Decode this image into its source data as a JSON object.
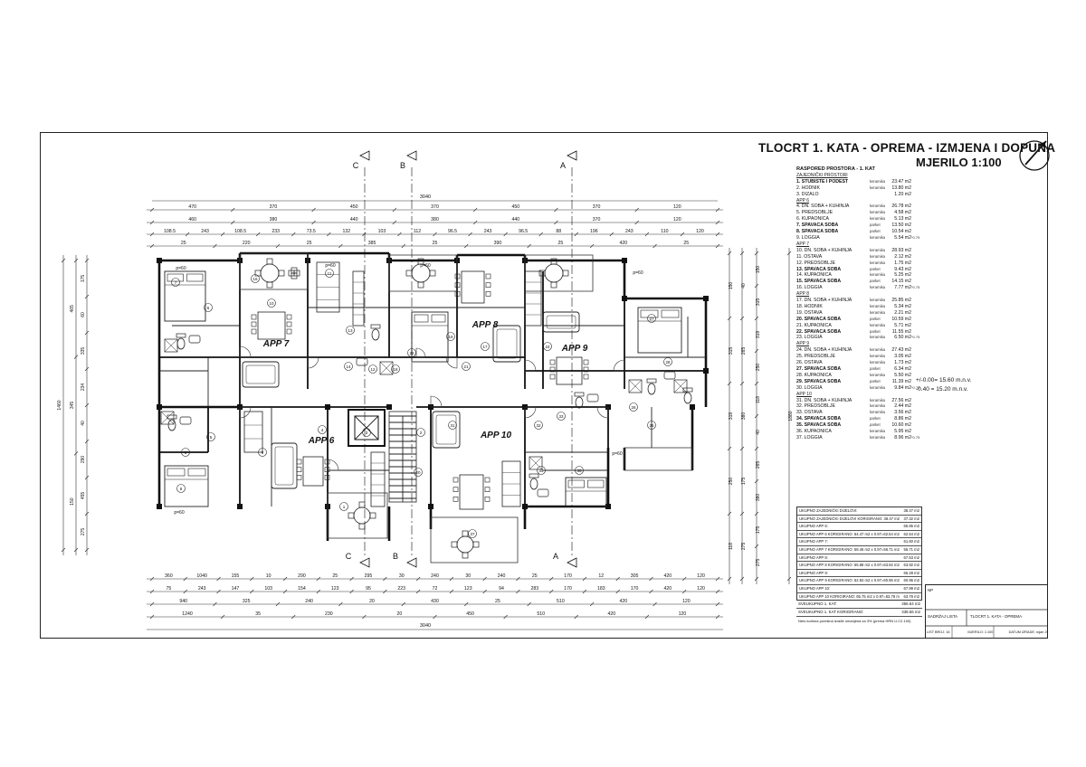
{
  "sheet": {
    "title": "TLOCRT 1. KATA - OPREMA - IZMJENA I DOPUNA",
    "scale": "MJERILO 1:100"
  },
  "section_markers": [
    "C",
    "B",
    "A"
  ],
  "apartment_labels": [
    "APP 7",
    "APP 8",
    "APP 9",
    "APP 6",
    "APP 10"
  ],
  "dimensions": {
    "overall": "3040",
    "top_row1": [
      "470",
      "370",
      "450",
      "370",
      "450",
      "370",
      "120"
    ],
    "top_row2": [
      "460",
      "380",
      "440",
      "380",
      "440",
      "370",
      "120"
    ],
    "top_row3": [
      "108.5",
      "243",
      "108.5",
      "233",
      "73.5",
      "132",
      "103",
      "112",
      "96.5",
      "243",
      "96.5",
      "88",
      "196",
      "243",
      "110",
      "120"
    ],
    "top_row4": [
      "25",
      "220",
      "25",
      "385",
      "25",
      "390",
      "25",
      "420",
      "25"
    ],
    "bottom_row1": [
      "360",
      "1040",
      "155",
      "10",
      "290",
      "25",
      "295",
      "30",
      "240",
      "30",
      "240",
      "25",
      "170",
      "12",
      "305",
      "420",
      "120"
    ],
    "bottom_row2": [
      "75",
      "243",
      "147",
      "103",
      "154",
      "123",
      "95",
      "223",
      "72",
      "123",
      "94",
      "283",
      "170",
      "183",
      "170",
      "420",
      "120"
    ],
    "bottom_row3": [
      "940",
      "325",
      "240",
      "20",
      "430",
      "25",
      "510",
      "420",
      "120"
    ],
    "bottom_row4": [
      "1240",
      "35",
      "230",
      "20",
      "450",
      "510",
      "420",
      "120"
    ],
    "left_overall": "1460",
    "left_parts": [
      "465",
      "345",
      "150",
      "175",
      "60",
      "335",
      "234",
      "40",
      "290",
      "455",
      "275"
    ],
    "right_overall": "1880",
    "right_parts": [
      "150",
      "315",
      "319",
      "250",
      "118",
      "40",
      "265",
      "380",
      "175",
      "275"
    ]
  },
  "rooms_list": {
    "header": "RASPORED PROSTORA - 1. KAT",
    "groups": [
      {
        "name": "ZAJEDNIČKI PROSTORI",
        "rooms": [
          {
            "n": "1. STUBIŠTE I PODEST",
            "f": "keramika",
            "a": "23.47 m2",
            "b": true
          },
          {
            "n": "2. HODNIK",
            "f": "keramika",
            "a": "13.80 m2"
          },
          {
            "n": "3. DIZALO",
            "f": "",
            "a": "1.20 m2"
          }
        ]
      },
      {
        "name": "APP 6",
        "rooms": [
          {
            "n": "4. DN. SOBA + KUHINJA",
            "f": "keramika",
            "a": "26.78 m2"
          },
          {
            "n": "5. PREDSOBLJE",
            "f": "keramika",
            "a": "4.58 m2"
          },
          {
            "n": "6. KUPAONICA",
            "f": "keramika",
            "a": "5.13 m2"
          },
          {
            "n": "7. SPAVAĆA SOBA",
            "f": "parket",
            "a": "13.50 m2",
            "b": true
          },
          {
            "n": "8. SPAVAĆA SOBA",
            "f": "parket",
            "a": "10.54 m2",
            "b": true
          },
          {
            "n": "9. LOGGIA",
            "f": "keramika",
            "a": "5.54 m2",
            "k": "*0.75"
          }
        ]
      },
      {
        "name": "APP 7",
        "rooms": [
          {
            "n": "10. DN. SOBA + KUHINJA",
            "f": "keramika",
            "a": "28.93 m2"
          },
          {
            "n": "11. OSTAVA",
            "f": "keramika",
            "a": "2.12 m2"
          },
          {
            "n": "12. PREDSOBLJE",
            "f": "keramika",
            "a": "1.75 m2"
          },
          {
            "n": "13. SPAVAĆA SOBA",
            "f": "parket",
            "a": "9.43 m2",
            "b": true
          },
          {
            "n": "14. KUPAONICA",
            "f": "keramika",
            "a": "5.25 m2"
          },
          {
            "n": "15. SPAVAĆA SOBA",
            "f": "parket",
            "a": "14.15 m2",
            "b": true
          },
          {
            "n": "16. LOGGIA",
            "f": "keramika",
            "a": "7.77 m2",
            "k": "*0.75"
          }
        ]
      },
      {
        "name": "APP 8",
        "rooms": [
          {
            "n": "17. DN. SOBA + KUHINJA",
            "f": "keramika",
            "a": "25.85 m2"
          },
          {
            "n": "18. HODNIK",
            "f": "keramika",
            "a": "5.34 m2"
          },
          {
            "n": "19. OSTAVA",
            "f": "keramika",
            "a": "2.21 m2"
          },
          {
            "n": "20. SPAVAĆA SOBA",
            "f": "parket",
            "a": "10.59 m2",
            "b": true
          },
          {
            "n": "21. KUPAONICA",
            "f": "keramika",
            "a": "5.71 m2"
          },
          {
            "n": "22. SPAVAĆA SOBA",
            "f": "parket",
            "a": "11.55 m2",
            "b": true
          },
          {
            "n": "23. LOGGIA",
            "f": "keramika",
            "a": "6.50 m2",
            "k": "*0.75"
          }
        ]
      },
      {
        "name": "APP 9",
        "rooms": [
          {
            "n": "24. DN. SOBA + KUHINJA",
            "f": "keramika",
            "a": "27.43 m2"
          },
          {
            "n": "25. PREDSOBLJE",
            "f": "keramika",
            "a": "3.05 m2"
          },
          {
            "n": "26. OSTAVA",
            "f": "keramika",
            "a": "1.73 m2"
          },
          {
            "n": "27. SPAVAĆA SOBA",
            "f": "parket",
            "a": "6.34 m2",
            "b": true
          },
          {
            "n": "28. KUPAONICA",
            "f": "keramika",
            "a": "5.50 m2"
          },
          {
            "n": "29. SPAVAĆA SOBA",
            "f": "parket",
            "a": "11.39 m2",
            "b": true
          },
          {
            "n": "30. LOGGIA",
            "f": "keramika",
            "a": "9.84 m2",
            "k": "*0.75"
          }
        ]
      },
      {
        "name": "APP 10",
        "rooms": [
          {
            "n": "31. DN. SOBA + KUHINJA",
            "f": "keramika",
            "a": "27.56 m2"
          },
          {
            "n": "32. PREDSOBLJE",
            "f": "keramika",
            "a": "2.44 m2"
          },
          {
            "n": "33. OSTAVA",
            "f": "keramika",
            "a": "3.56 m2"
          },
          {
            "n": "34. SPAVAĆA SOBA",
            "f": "parket",
            "a": "8.86 m2",
            "b": true
          },
          {
            "n": "35. SPAVAĆA SOBA",
            "f": "parket",
            "a": "10.60 m2",
            "b": true
          },
          {
            "n": "36. KUPAONICA",
            "f": "keramika",
            "a": "5.95 m2"
          },
          {
            "n": "37. LOGGIA",
            "f": "keramika",
            "a": "8.96 m2",
            "k": "*0.75"
          }
        ]
      }
    ]
  },
  "levels": [
    "+/-0.00= 15.60 m.n.v.",
    "-0.40 = 15.20 m.n.v."
  ],
  "totals": [
    {
      "l": "UKUPNO ZAJEDNIČKI DIJELOVI:",
      "v": "38.47 m2"
    },
    {
      "l": "UKUPNO ZAJEDNIČKI DIJELOVI KORIGIRANO: 38.47 m2 x 0.97=37.32 m2",
      "v": "37.32 m2"
    },
    {
      "l": "UKUPNO APP 6:",
      "v": "65.85 m2"
    },
    {
      "l": "UKUPNO APP 6 KORIGIRANO: 64.47 m2 x 0.97=62.54 m2",
      "v": "62.54 m2"
    },
    {
      "l": "UKUPNO APP 7:",
      "v": "61.60 m2"
    },
    {
      "l": "UKUPNO APP 7 KORIGIRANO: 58.46 m2 x 0.97=56.71 m2",
      "v": "56.71 m2"
    },
    {
      "l": "UKUPNO APP 8:",
      "v": "67.53 m2"
    },
    {
      "l": "UKUPNO APP 8 KORIGIRANO: 65.88 m2 x 0.97=63.92 m2",
      "v": "63.92 m2"
    },
    {
      "l": "UKUPNO APP 9:",
      "v": "65.28 m2"
    },
    {
      "l": "UKUPNO APP 9 KORIGIRANO: 62.84 m2 x 0.97=60.96 m2",
      "v": "60.96 m2"
    },
    {
      "l": "UKUPNO APP 10:",
      "v": "67.99 m2"
    },
    {
      "l": "UKUPNO APP 10 KORIGIRANO: 65.75 m2 x 0.97=63.78 m2",
      "v": "63.78 m2"
    }
  ],
  "grand_totals": [
    {
      "l": "SVEUKUPNO 1. KAT:",
      "v": "356.64 m2"
    },
    {
      "l": "SVEUKUPNO 1. KAT KORIGIRANO:",
      "v": "338.56 m2"
    }
  ],
  "note": "Neto korisna površina izrađe umanjena za 3% (prema HRN U.C2.100)",
  "title_block": {
    "np_label": "NP",
    "content_label": "SADRŽAJ LISTA",
    "content_title": "TLOCRT 1. KATA - OPREMA",
    "sheet_no": "LIST BROJ: 16",
    "scale": "MJERILO: 1:100",
    "date": "DATUM IZRADE: rujan 2021."
  }
}
